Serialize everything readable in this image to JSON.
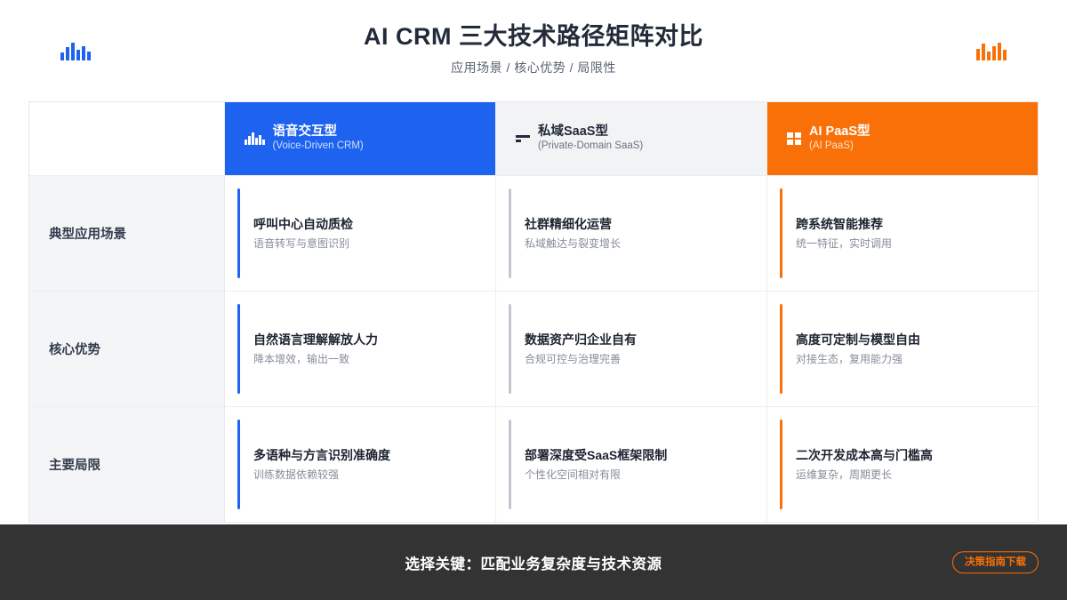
{
  "header": {
    "title": "AI CRM 三大技术路径矩阵对比",
    "subtitle": "应用场景 / 核心优势 / 局限性",
    "left_icon": "bar-chart-icon",
    "right_icon": "bar-chart-icon",
    "left_icon_color": "#1e62f0",
    "right_icon_color": "#f97008"
  },
  "colors": {
    "blue": "#1e62f0",
    "orange": "#f97008",
    "gray": "#c2c7d0",
    "header_gray_bg": "#f2f3f5",
    "label_bg": "#f4f5f7",
    "footer_bg": "#333333",
    "title_color": "#222b3a"
  },
  "table": {
    "corner_label": "",
    "columns": [
      {
        "name": "语音交互型",
        "sub": "(Voice-Driven CRM)",
        "icon": "equalizer-bars-icon",
        "accent": "#1e62f0",
        "style": "blue"
      },
      {
        "name": "私域SaaS型",
        "sub": "(Private-Domain SaaS)",
        "icon": "horizontal-bars-icon",
        "accent": "#c2c7d0",
        "style": "gray"
      },
      {
        "name": "AI PaaS型",
        "sub": "(AI PaaS)",
        "icon": "grid-squares-icon",
        "accent": "#f97008",
        "style": "orange"
      }
    ],
    "rows": [
      {
        "label": "典型应用场景",
        "cells": [
          {
            "title": "呼叫中心自动质检",
            "desc": "语音转写与意图识别"
          },
          {
            "title": "社群精细化运营",
            "desc": "私域触达与裂变增长"
          },
          {
            "title": "跨系统智能推荐",
            "desc": "统一特征，实时调用"
          }
        ]
      },
      {
        "label": "核心优势",
        "cells": [
          {
            "title": "自然语言理解解放人力",
            "desc": "降本增效，输出一致"
          },
          {
            "title": "数据资产归企业自有",
            "desc": "合规可控与治理完善"
          },
          {
            "title": "高度可定制与模型自由",
            "desc": "对接生态，复用能力强"
          }
        ]
      },
      {
        "label": "主要局限",
        "cells": [
          {
            "title": "多语种与方言识别准确度",
            "desc": "训练数据依赖较强"
          },
          {
            "title": "部署深度受SaaS框架限制",
            "desc": "个性化空间相对有限"
          },
          {
            "title": "二次开发成本高与门槛高",
            "desc": "运维复杂，周期更长"
          }
        ]
      }
    ]
  },
  "footer": {
    "text": "选择关键：匹配业务复杂度与技术资源",
    "button_label": "决策指南下载"
  }
}
